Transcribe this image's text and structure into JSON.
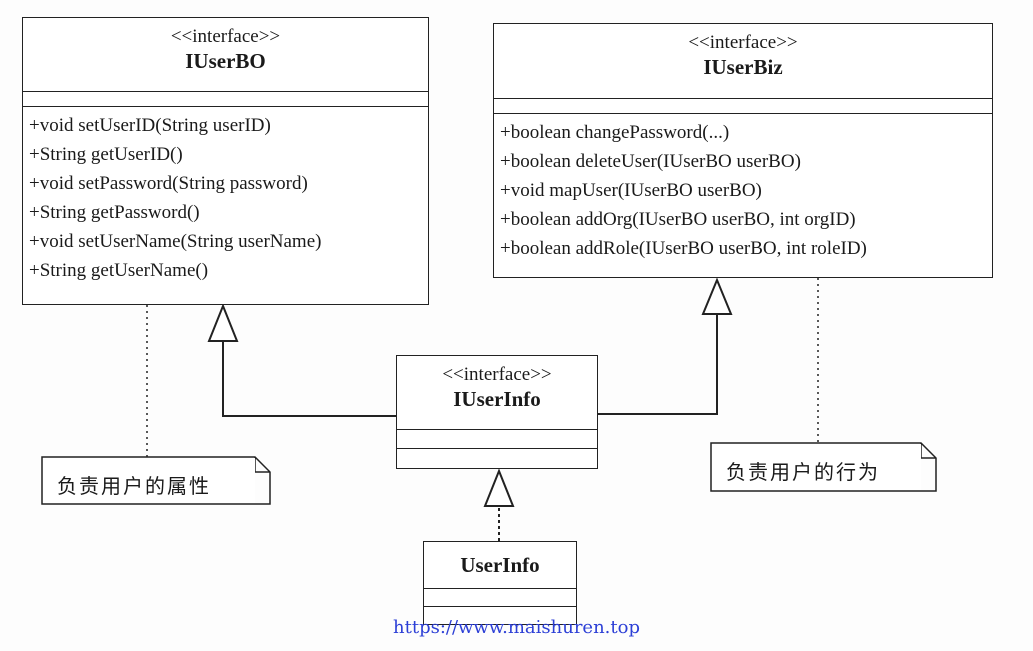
{
  "diagram": {
    "classes": [
      {
        "id": "iuserbo",
        "stereotype": "<<interface>>",
        "name": "IUserBO",
        "operations": [
          "+void setUserID(String userID)",
          "+String getUserID()",
          "+void setPassword(String password)",
          "+String getPassword()",
          "+void setUserName(String userName)",
          "+String getUserName()"
        ]
      },
      {
        "id": "iuserbiz",
        "stereotype": "<<interface>>",
        "name": "IUserBiz",
        "operations": [
          "+boolean changePassword(...)",
          "+boolean deleteUser(IUserBO userBO)",
          "+void mapUser(IUserBO userBO)",
          "+boolean addOrg(IUserBO userBO, int orgID)",
          "+boolean addRole(IUserBO userBO, int roleID)"
        ]
      },
      {
        "id": "iuserinfo",
        "stereotype": "<<interface>>",
        "name": "IUserInfo",
        "operations": []
      },
      {
        "id": "userinfo",
        "stereotype": "",
        "name": "UserInfo",
        "operations": []
      }
    ],
    "notes": {
      "left": "负责用户的属性",
      "right": "负责用户的行为"
    },
    "relations": [
      {
        "from": "IUserInfo",
        "to": "IUserBO",
        "kind": "generalization"
      },
      {
        "from": "IUserInfo",
        "to": "IUserBiz",
        "kind": "generalization"
      },
      {
        "from": "UserInfo",
        "to": "IUserInfo",
        "kind": "realization"
      }
    ]
  },
  "watermark": "https://www.maishuren.top"
}
